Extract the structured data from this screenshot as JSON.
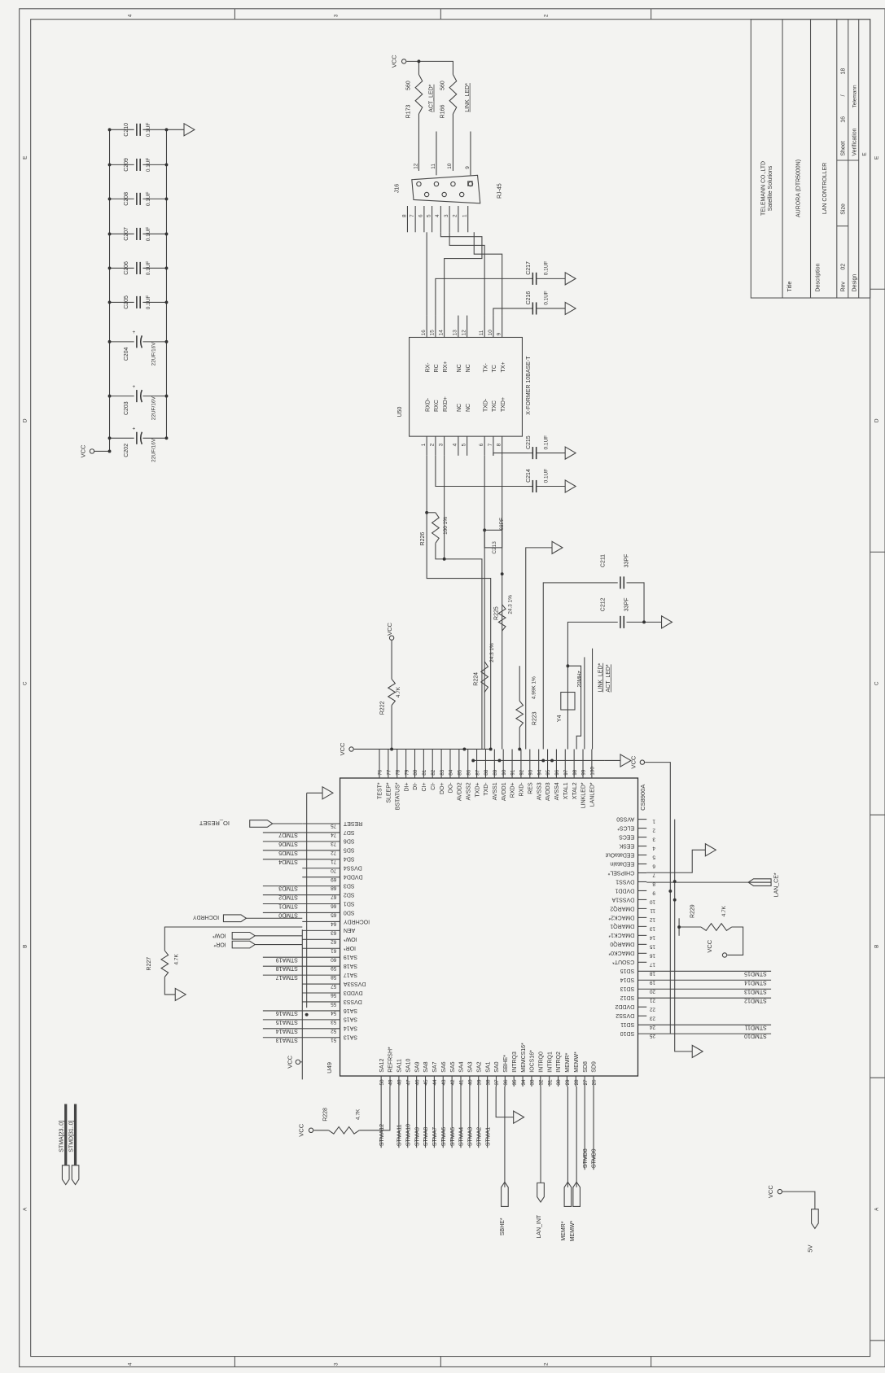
{
  "title_block": {
    "company": "TELEMANN CO.,LTD",
    "division": "Satellite Solutions",
    "title_label": "Title",
    "title": "AURORA (DTR5000N)",
    "description_label": "Description",
    "description": "LAN CONTROLLER",
    "rev_label": "Rev",
    "rev": "02",
    "size_label": "Size",
    "sheet_label": "Sheet",
    "sheet": "16",
    "sheet_sep": "/",
    "sheet_total": "18",
    "design_label": "Design",
    "verification_label": "Verification",
    "verification": "Telemann",
    "size_code": "E"
  },
  "zones": {
    "columns": [
      "4",
      "3",
      "2"
    ],
    "rows": [
      "E",
      "D",
      "C",
      "B",
      "A"
    ]
  },
  "power": {
    "vcc": "VCC",
    "five_v": "5V"
  },
  "decoupling": [
    {
      "ref": "C202",
      "value": "22UF/16V"
    },
    {
      "ref": "C203",
      "value": "22UF/16V"
    },
    {
      "ref": "C204",
      "value": "22UF/16V"
    },
    {
      "ref": "C205",
      "value": "0.1UF"
    },
    {
      "ref": "C206",
      "value": "0.1UF"
    },
    {
      "ref": "C207",
      "value": "0.1UF"
    },
    {
      "ref": "C208",
      "value": "0.1UF"
    },
    {
      "ref": "C209",
      "value": "0.1UF"
    },
    {
      "ref": "C210",
      "value": "0.1UF"
    }
  ],
  "rj45": {
    "ref": "J16",
    "type": "RJ-45",
    "pins_bottom": [
      "8",
      "7",
      "6",
      "5",
      "4",
      "3",
      "2",
      "1"
    ],
    "pins_top": [
      "12",
      "11",
      "10",
      "9"
    ],
    "r173": {
      "ref": "R173",
      "value": "560"
    },
    "r166": {
      "ref": "R166",
      "value": "560"
    },
    "act_led": "ACT_LED*",
    "link_led": "LINK_LED*"
  },
  "transformer": {
    "ref": "U50",
    "part": "X-FORMER 10BASE-T",
    "top_pins": [
      {
        "n": "16",
        "name": "RX-"
      },
      {
        "n": "15",
        "name": "RC"
      },
      {
        "n": "14",
        "name": "RX+"
      },
      {
        "n": "13",
        "name": "NC"
      },
      {
        "n": "12",
        "name": "NC"
      },
      {
        "n": "11",
        "name": "TX-"
      },
      {
        "n": "10",
        "name": "TC"
      },
      {
        "n": "9",
        "name": "TX+"
      }
    ],
    "bottom_pins": [
      {
        "n": "1",
        "name": "RXD-"
      },
      {
        "n": "2",
        "name": "RXC"
      },
      {
        "n": "3",
        "name": "RXD+"
      },
      {
        "n": "4",
        "name": "NC"
      },
      {
        "n": "5",
        "name": "NC"
      },
      {
        "n": "6",
        "name": "TXD-"
      },
      {
        "n": "7",
        "name": "TXC"
      },
      {
        "n": "8",
        "name": "TXD+"
      }
    ]
  },
  "passives": {
    "c217": {
      "ref": "C217",
      "value": "0.1UF"
    },
    "c216": {
      "ref": "C216",
      "value": "0.1UF"
    },
    "c215": {
      "ref": "C215",
      "value": "0.1UF"
    },
    "c214": {
      "ref": "C214",
      "value": "0.1UF"
    },
    "r226": {
      "ref": "R226",
      "value": "100 1%"
    },
    "c213": {
      "ref": "C213",
      "value": "68PF"
    },
    "c211": {
      "ref": "C211",
      "value": "33PF"
    },
    "c212": {
      "ref": "C212",
      "value": "33PF"
    },
    "r225": {
      "ref": "R225",
      "value": "24.3 1%"
    },
    "r224": {
      "ref": "R224",
      "value": "24.3 1%"
    },
    "r223": {
      "ref": "R223",
      "value": "4.99K 1%"
    },
    "y4": {
      "ref": "Y4",
      "value": "20MHz"
    },
    "r222": {
      "ref": "R222",
      "value": "4.7K"
    },
    "r227": {
      "ref": "R227",
      "value": "4.7K"
    },
    "r228": {
      "ref": "R228",
      "value": "4.7K"
    },
    "r229": {
      "ref": "R229",
      "value": "4.7K"
    }
  },
  "led_nets": {
    "link": "LINK_LED*",
    "act": "ACT_LED*"
  },
  "ports": {
    "io_reset": "IO_RESET",
    "iochrdy": "IOCHRDY",
    "ior": "IOR*",
    "iow": "IOW*",
    "sbhe": "SBHE*",
    "lan_int": "LAN_INT",
    "memr": "MEMR*",
    "memw": "MEMW*",
    "lan_ce": "LAN_CE*"
  },
  "buses": {
    "address": "STMA[23..0]",
    "data": "STMD[31..0]"
  },
  "u49": {
    "ref": "U49",
    "part": "CS8900A",
    "top": [
      {
        "n": "76",
        "name": "TEST*"
      },
      {
        "n": "77",
        "name": "SLEEP*"
      },
      {
        "n": "78",
        "name": "BSTATUS*"
      },
      {
        "n": "79",
        "name": "DI+"
      },
      {
        "n": "80",
        "name": "DI-"
      },
      {
        "n": "81",
        "name": "CI+"
      },
      {
        "n": "82",
        "name": "CI-"
      },
      {
        "n": "83",
        "name": "DO+"
      },
      {
        "n": "84",
        "name": "DO-"
      },
      {
        "n": "85",
        "name": "AVDD2"
      },
      {
        "n": "86",
        "name": "AVSS2"
      },
      {
        "n": "87",
        "name": "TXD+"
      },
      {
        "n": "88",
        "name": "TXD-"
      },
      {
        "n": "89",
        "name": "AVSS1"
      },
      {
        "n": "90",
        "name": "AVDD1"
      },
      {
        "n": "91",
        "name": "RXD+"
      },
      {
        "n": "92",
        "name": "RXD-"
      },
      {
        "n": "93",
        "name": "RES"
      },
      {
        "n": "94",
        "name": "AVSS3"
      },
      {
        "n": "95",
        "name": "AVDD3"
      },
      {
        "n": "96",
        "name": "AVSS4"
      },
      {
        "n": "97",
        "name": "XTAL1"
      },
      {
        "n": "98",
        "name": "XTAL2"
      },
      {
        "n": "99",
        "name": "LINKLED*"
      },
      {
        "n": "100",
        "name": "LANLED*"
      }
    ],
    "left": [
      {
        "n": "75",
        "name": "RESET"
      },
      {
        "n": "74",
        "name": "SD7",
        "net": "STMD7"
      },
      {
        "n": "73",
        "name": "SD6",
        "net": "STMD6"
      },
      {
        "n": "72",
        "name": "SD5",
        "net": "STMD5"
      },
      {
        "n": "71",
        "name": "SD4",
        "net": "STMD4"
      },
      {
        "n": "70",
        "name": "DVSS4"
      },
      {
        "n": "69",
        "name": "DVDD4"
      },
      {
        "n": "68",
        "name": "SD3",
        "net": "STMD3"
      },
      {
        "n": "67",
        "name": "SD2",
        "net": "STMD2"
      },
      {
        "n": "66",
        "name": "SD1",
        "net": "STMD1"
      },
      {
        "n": "65",
        "name": "SD0",
        "net": "STMD0"
      },
      {
        "n": "64",
        "name": "IOCHRDY"
      },
      {
        "n": "63",
        "name": "AEN"
      },
      {
        "n": "62",
        "name": "IOW*"
      },
      {
        "n": "61",
        "name": "IOR*"
      },
      {
        "n": "60",
        "name": "SA19",
        "net": "STMA19"
      },
      {
        "n": "59",
        "name": "SA18",
        "net": "STMA18"
      },
      {
        "n": "58",
        "name": "SA17",
        "net": "STMA17"
      },
      {
        "n": "57",
        "name": "DVSS3A"
      },
      {
        "n": "56",
        "name": "DVDD3"
      },
      {
        "n": "55",
        "name": "DVSS3"
      },
      {
        "n": "54",
        "name": "SA16",
        "net": "STMA16"
      },
      {
        "n": "53",
        "name": "SA15",
        "net": "STMA15"
      },
      {
        "n": "52",
        "name": "SA14",
        "net": "STMA14"
      },
      {
        "n": "51",
        "name": "SA13",
        "net": "STMA13"
      }
    ],
    "bottom": [
      {
        "n": "50",
        "name": "SA12",
        "net": "STMA12"
      },
      {
        "n": "49",
        "name": "REFRSH*"
      },
      {
        "n": "48",
        "name": "SA11",
        "net": "STMA11"
      },
      {
        "n": "47",
        "name": "SA10",
        "net": "STMA10"
      },
      {
        "n": "46",
        "name": "SA9",
        "net": "STMA9"
      },
      {
        "n": "45",
        "name": "SA8",
        "net": "STMA8"
      },
      {
        "n": "44",
        "name": "SA7",
        "net": "STMA7"
      },
      {
        "n": "43",
        "name": "SA6",
        "net": "STMA6"
      },
      {
        "n": "42",
        "name": "SA5",
        "net": "STMA5"
      },
      {
        "n": "41",
        "name": "SA4",
        "net": "STMA4"
      },
      {
        "n": "40",
        "name": "SA3",
        "net": "STMA3"
      },
      {
        "n": "39",
        "name": "SA2",
        "net": "STMA2"
      },
      {
        "n": "38",
        "name": "SA1",
        "net": "STMA1"
      },
      {
        "n": "37",
        "name": "SA0"
      },
      {
        "n": "36",
        "name": "SBHE*"
      },
      {
        "n": "35",
        "name": "INTRQ3"
      },
      {
        "n": "34",
        "name": "MEMCS16*"
      },
      {
        "n": "33",
        "name": "IOCS16*"
      },
      {
        "n": "32",
        "name": "INTRQ0"
      },
      {
        "n": "31",
        "name": "INTRQ1"
      },
      {
        "n": "30",
        "name": "INTRQ2"
      },
      {
        "n": "29",
        "name": "MEMR*"
      },
      {
        "n": "28",
        "name": "MEMW*"
      },
      {
        "n": "27",
        "name": "SD8",
        "net": "STMD8"
      },
      {
        "n": "26",
        "name": "SD9",
        "net": "STMD9"
      }
    ],
    "right": [
      {
        "n": "1",
        "name": "AVSS0"
      },
      {
        "n": "2",
        "name": "ELCS*"
      },
      {
        "n": "3",
        "name": "EECS"
      },
      {
        "n": "4",
        "name": "EESK"
      },
      {
        "n": "5",
        "name": "EEDataOut"
      },
      {
        "n": "6",
        "name": "EEDataIn"
      },
      {
        "n": "7",
        "name": "CHIPSEL*"
      },
      {
        "n": "8",
        "name": "DVSS1"
      },
      {
        "n": "9",
        "name": "DVDD1"
      },
      {
        "n": "10",
        "name": "DVSS1A"
      },
      {
        "n": "11",
        "name": "DMARQ2"
      },
      {
        "n": "12",
        "name": "DMACK2*"
      },
      {
        "n": "13",
        "name": "DMARQ1"
      },
      {
        "n": "14",
        "name": "DMACK1*"
      },
      {
        "n": "15",
        "name": "DMARQ0"
      },
      {
        "n": "16",
        "name": "DMACK0*"
      },
      {
        "n": "17",
        "name": "CSOUT*"
      },
      {
        "n": "18",
        "name": "SD15",
        "net": "STMD15"
      },
      {
        "n": "19",
        "name": "SD14",
        "net": "STMD14"
      },
      {
        "n": "20",
        "name": "SD13",
        "net": "STMD13"
      },
      {
        "n": "21",
        "name": "SD12",
        "net": "STMD12"
      },
      {
        "n": "22",
        "name": "DVDD2"
      },
      {
        "n": "23",
        "name": "DVSS2"
      },
      {
        "n": "24",
        "name": "SD11",
        "net": "STMD11"
      },
      {
        "n": "25",
        "name": "SD10",
        "net": "STMD10"
      }
    ]
  }
}
